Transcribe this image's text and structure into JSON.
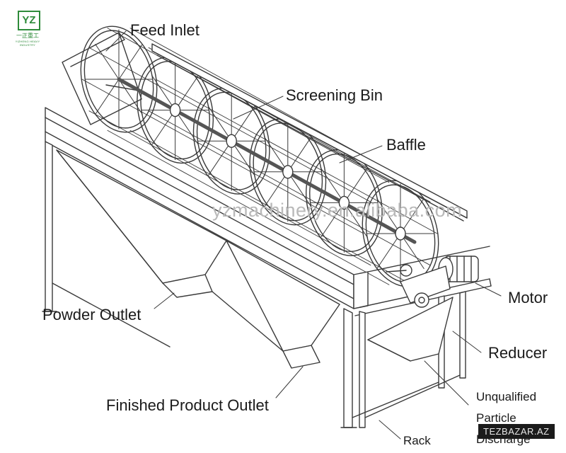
{
  "diagram": {
    "watermark": "yzmachinery.en.alibaba.com",
    "logo": {
      "mark": "YZ",
      "cn": "一正重工",
      "en": "YIZHENG HEAVY INDUSTRY"
    },
    "badge": "TEZBAZAR.AZ",
    "labels": {
      "feed_inlet": "Feed Inlet",
      "screening_bin": "Screening Bin",
      "baffle": "Baffle",
      "motor": "Motor",
      "powder_outlet": "Powder Outlet",
      "reducer": "Reducer",
      "finished_product_outlet": "Finished Product Outlet",
      "unqualified_line1": "Unqualified",
      "unqualified_line2": "Particle",
      "unqualified_line3": "Discharge",
      "rack": "Rack"
    },
    "colors": {
      "line": "#3a3a3a",
      "label": "#1a1a1a",
      "watermark": "#b9b9b9",
      "logo": "#2e8b3a"
    }
  }
}
